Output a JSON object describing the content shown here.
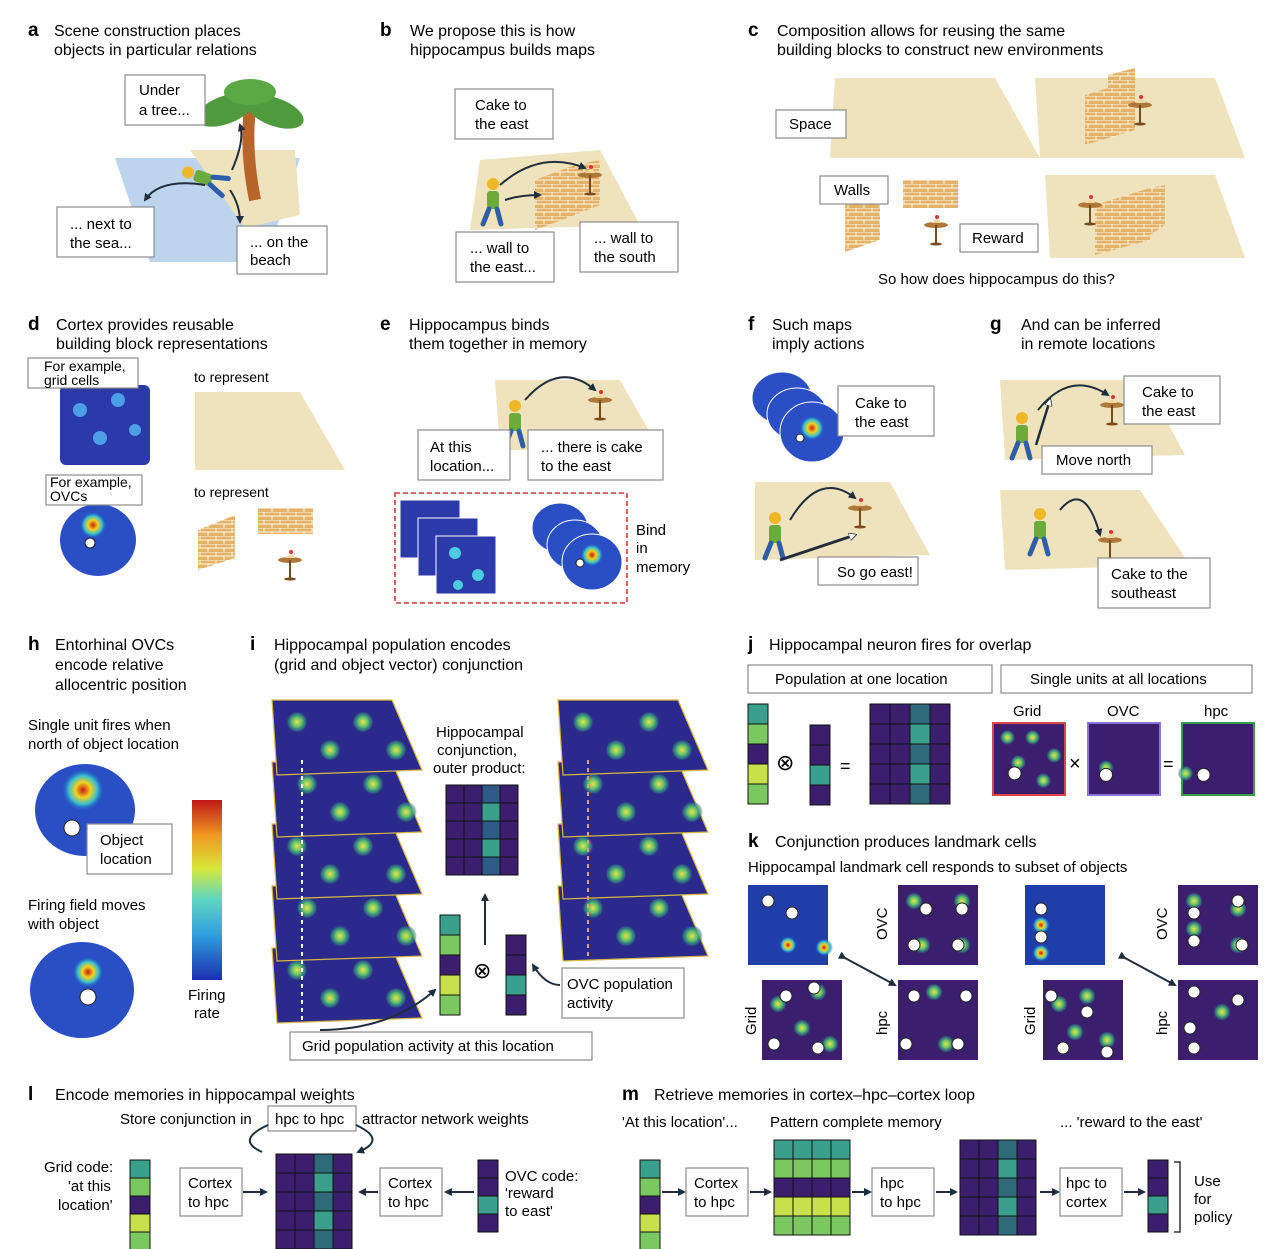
{
  "panels": {
    "a": {
      "letter": "a",
      "title": [
        "Scene construction places",
        "objects in particular relations"
      ],
      "labels": {
        "tree": [
          "Under",
          "a tree..."
        ],
        "sea": [
          "... next to",
          "the sea..."
        ],
        "beach": [
          "... on the",
          "beach"
        ]
      }
    },
    "b": {
      "letter": "b",
      "title": [
        "We propose this is how",
        "hippocampus builds maps"
      ],
      "labels": {
        "cake": [
          "Cake to",
          "the east"
        ],
        "wall_east": [
          "... wall to",
          "the east..."
        ],
        "wall_south": [
          "... wall to",
          "the south"
        ]
      }
    },
    "c": {
      "letter": "c",
      "title": [
        "Composition allows for reusing the same",
        "building blocks to construct new environments"
      ],
      "labels": {
        "space": "Space",
        "walls": "Walls",
        "reward": "Reward",
        "question": "So how does hippocampus do this?"
      }
    },
    "d": {
      "letter": "d",
      "title": [
        "Cortex provides reusable",
        "building block representations"
      ],
      "labels": {
        "grid": [
          "For example,",
          "grid cells"
        ],
        "ovc": [
          "For example,",
          "OVCs"
        ],
        "rep1": "to represent",
        "rep2": "to represent"
      }
    },
    "e": {
      "letter": "e",
      "title": [
        "Hippocampus binds",
        "them together in memory"
      ],
      "labels": {
        "loc": [
          "At this",
          "location..."
        ],
        "cake": [
          "... there is cake",
          "to the east"
        ],
        "bind": [
          "Bind",
          "in",
          "memory"
        ]
      }
    },
    "f": {
      "letter": "f",
      "title": [
        "Such maps",
        "imply actions"
      ],
      "labels": {
        "cake": [
          "Cake to",
          "the east"
        ],
        "go": "So go east!"
      }
    },
    "g": {
      "letter": "g",
      "title": [
        "And can be inferred",
        "in remote locations"
      ],
      "labels": {
        "cake": [
          "Cake to",
          "the east"
        ],
        "north": "Move north",
        "se": [
          "Cake to the",
          "southeast"
        ]
      }
    },
    "h": {
      "letter": "h",
      "title": [
        "Entorhinal OVCs",
        "encode relative",
        "allocentric position"
      ],
      "labels": {
        "single": [
          "Single unit fires when",
          "north of object location"
        ],
        "obj": [
          "Object",
          "location"
        ],
        "moves": [
          "Firing field moves",
          "with object"
        ],
        "rate": [
          "Firing",
          "rate"
        ]
      }
    },
    "i": {
      "letter": "i",
      "title": [
        "Hippocampal population encodes",
        "(grid and object vector) conjunction"
      ],
      "labels": {
        "conj": [
          "Hippocampal",
          "conjunction,",
          "outer product:"
        ],
        "ovcpop": [
          "OVC population",
          "activity"
        ],
        "gridpop": "Grid population activity at this location"
      }
    },
    "j": {
      "letter": "j",
      "title": "Hippocampal neuron fires for overlap",
      "labels": {
        "pop": "Population at one location",
        "units": "Single units at all locations",
        "grid": "Grid",
        "ovc": "OVC",
        "hpc": "hpc"
      }
    },
    "k": {
      "letter": "k",
      "title": "Conjunction produces landmark cells",
      "labels": {
        "subtitle": "Hippocampal landmark cell responds to subset of objects",
        "ovc": "OVC",
        "grid": "Grid",
        "hpc": "hpc"
      }
    },
    "l": {
      "letter": "l",
      "title": "Encode memories in hippocampal weights",
      "labels": {
        "store1": "Store conjunction in",
        "store2": "hpc to hpc",
        "store3": "attractor network weights",
        "gridcode": [
          "Grid code:",
          "'at this",
          "location'"
        ],
        "c2h": [
          "Cortex",
          "to hpc"
        ],
        "c2h2": [
          "Cortex",
          "to hpc"
        ],
        "ovccode": [
          "OVC code:",
          "'reward",
          "to east'"
        ]
      }
    },
    "m": {
      "letter": "m",
      "title": "Retrieve memories in cortex–hpc–cortex loop",
      "labels": {
        "atloc": "'At this location'...",
        "pattern": "Pattern complete memory",
        "reward": "... 'reward to the east'",
        "c2h": [
          "Cortex",
          "to hpc"
        ],
        "h2h": [
          "hpc",
          "to hpc"
        ],
        "h2c": [
          "hpc to",
          "cortex"
        ],
        "use": [
          "Use",
          "for",
          "policy"
        ]
      }
    }
  },
  "colors": {
    "grid_bg": "#2b2a8c",
    "viridis_dark": "#3b1f6e",
    "viridis_teal": "#3aa08c",
    "viridis_green": "#7cc860",
    "viridis_yellow": "#c8e04a",
    "sand": "#efe3bd",
    "water": "#bcd5ec",
    "brick": "#e3b36a",
    "leaf": "#4f9a3c",
    "trunk": "#b8642a",
    "dashed_red": "#d23a3a"
  }
}
